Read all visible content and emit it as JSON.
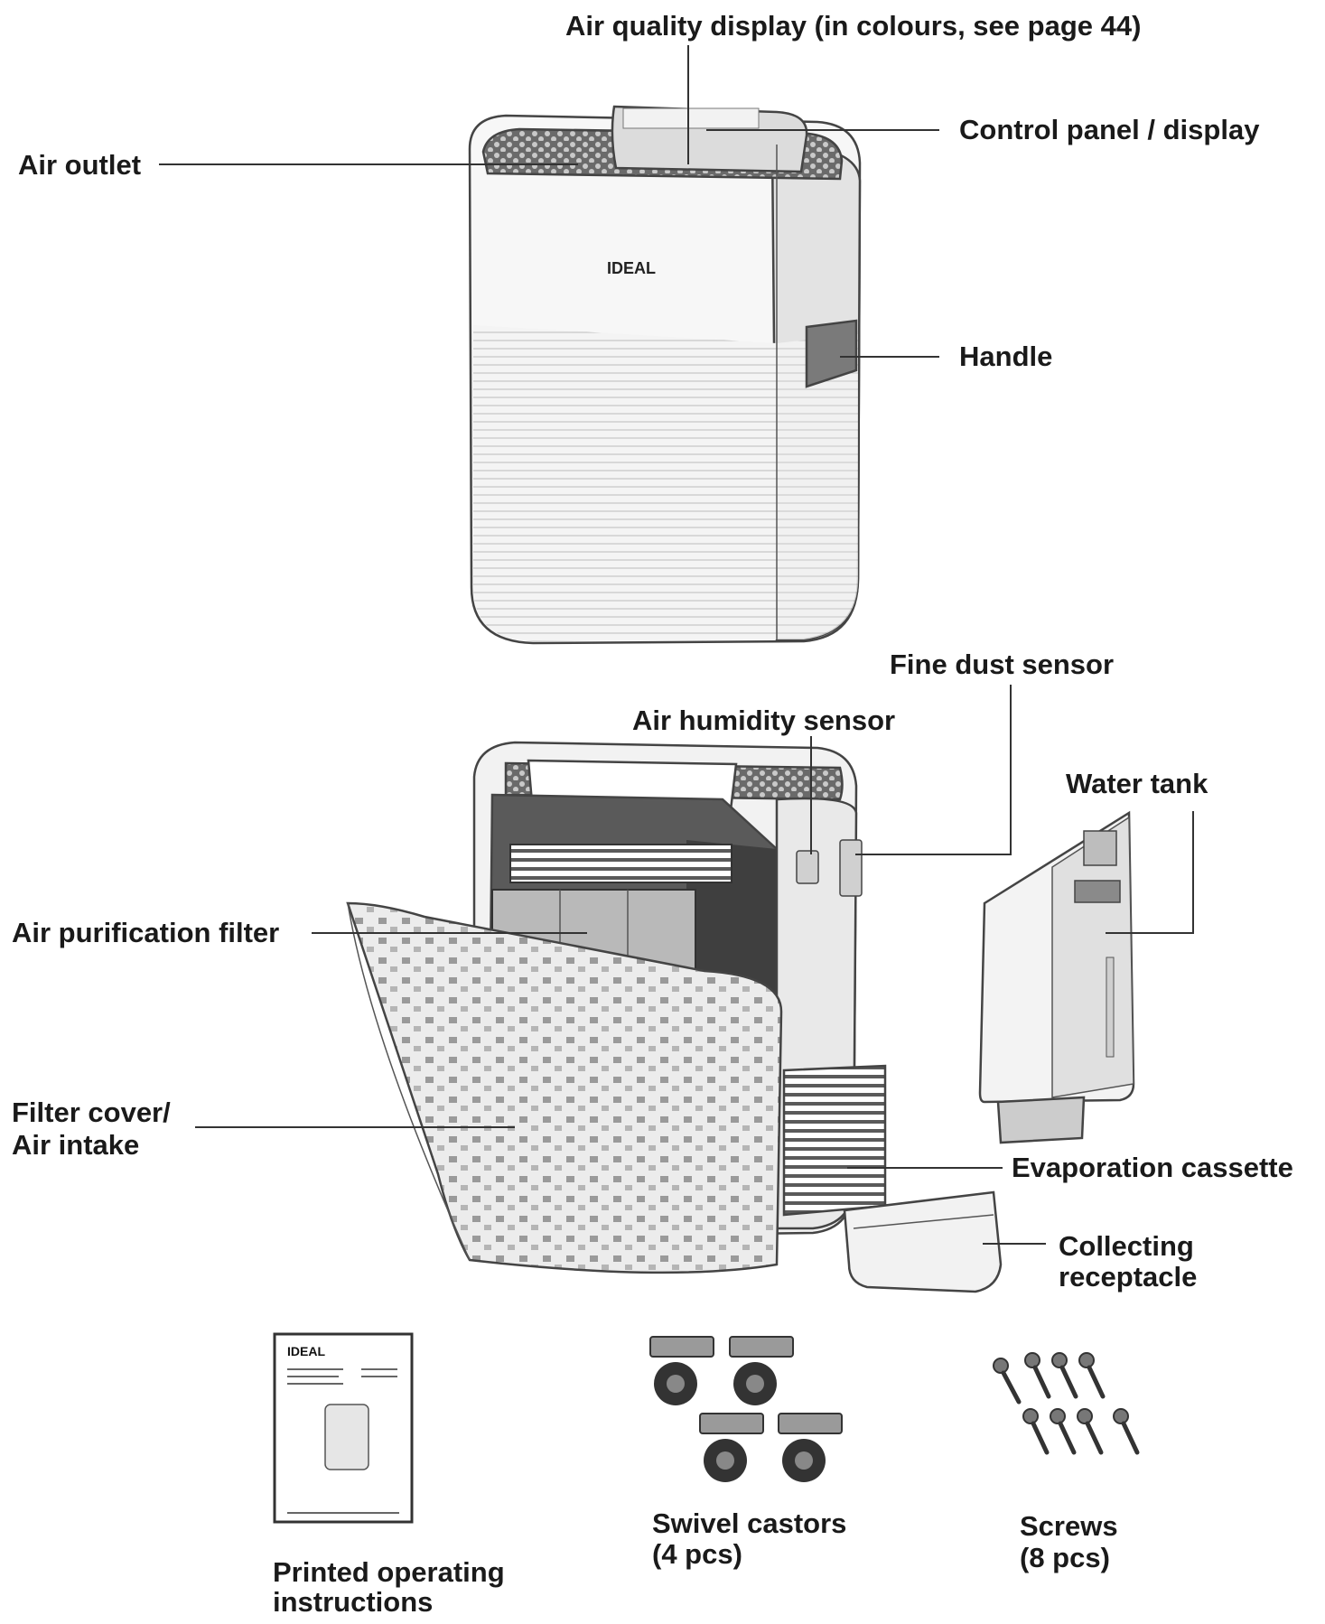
{
  "labels": {
    "air_quality_display": "Air quality display (in colours, see page 44)",
    "control_panel": "Control panel / display",
    "air_outlet": "Air outlet",
    "handle": "Handle",
    "fine_dust_sensor": "Fine dust sensor",
    "air_humidity_sensor": "Air humidity sensor",
    "water_tank": "Water tank",
    "air_purification_filter": "Air purification filter",
    "filter_cover_line1": "Filter cover/",
    "filter_cover_line2": "Air intake",
    "evaporation_cassette": "Evaporation cassette",
    "collecting_line1": "Collecting",
    "collecting_line2": "receptacle",
    "castors_line1": "Swivel castors",
    "castors_line2": "(4 pcs)",
    "screws_line1": "Screws",
    "screws_line2": "(8 pcs)",
    "manual_line1": "Printed operating",
    "manual_line2": "instructions"
  },
  "brand": {
    "logo_text": "IDEAL",
    "manual_logo_text": "IDEAL"
  }
}
